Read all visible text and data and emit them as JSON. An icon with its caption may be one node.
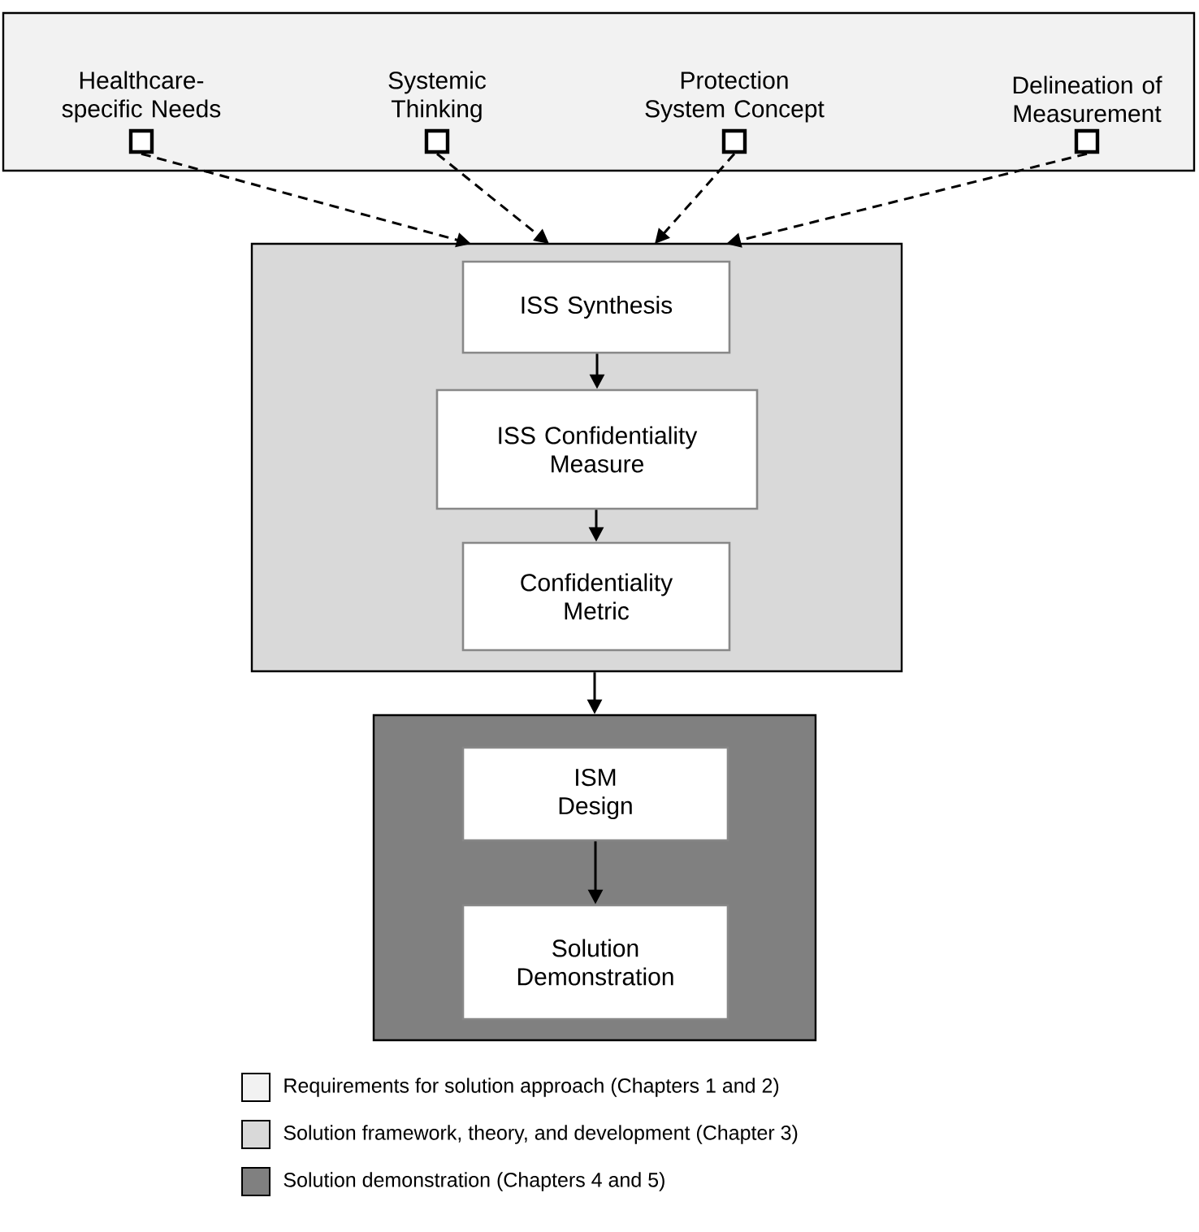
{
  "diagram": {
    "nodes": [
      {
        "text": [],
        "shape": "box"
      },
      {
        "text": [
          "Healthcare-specific Needs"
        ],
        "in": 0
      },
      {
        "text": [
          "Systemic Thinking"
        ],
        "in": 0
      },
      {
        "text": [
          "Protection System Concept"
        ],
        "in": 0
      },
      {
        "text": [
          "Delineation of Measurement"
        ],
        "in": 0
      },
      {
        "text": [],
        "shape": "box"
      },
      {
        "text": [
          "ISS Synthesis"
        ],
        "in": 5
      },
      {
        "text": [
          "ISS Confidentiality Measure"
        ],
        "in": 5
      },
      {
        "text": [
          "Confidentiality Metric"
        ],
        "in": 5
      },
      {
        "text": [],
        "shape": "box"
      },
      {
        "text": [
          "ISM Design"
        ],
        "in": 9
      },
      {
        "text": [
          "Solution Demonstration"
        ],
        "in": 9
      }
    ],
    "edges": [
      {
        "from": 1,
        "to": 5,
        "arrow": "to",
        "style": "dashed"
      },
      {
        "from": 2,
        "to": 5,
        "arrow": "to",
        "style": "dashed"
      },
      {
        "from": 3,
        "to": 5,
        "arrow": "to",
        "style": "dashed"
      },
      {
        "from": 4,
        "to": 5,
        "arrow": "to",
        "style": "dashed"
      },
      {
        "from": 6,
        "to": 7,
        "arrow": "to"
      },
      {
        "from": 7,
        "to": 8,
        "arrow": "to"
      },
      {
        "from": 5,
        "to": 9,
        "arrow": "to"
      },
      {
        "from": 10,
        "to": 11,
        "arrow": "to"
      }
    ],
    "legend": [
      {
        "text": "Requirements for solution approach (Chapters 1 and 2)",
        "color": "#f2f2f2"
      },
      {
        "text": "Solution framework, theory, and development (Chapter 3)",
        "color": "#d9d9d9"
      },
      {
        "text": "Solution demonstration (Chapters 4 and 5)",
        "color": "#808080"
      }
    ]
  }
}
